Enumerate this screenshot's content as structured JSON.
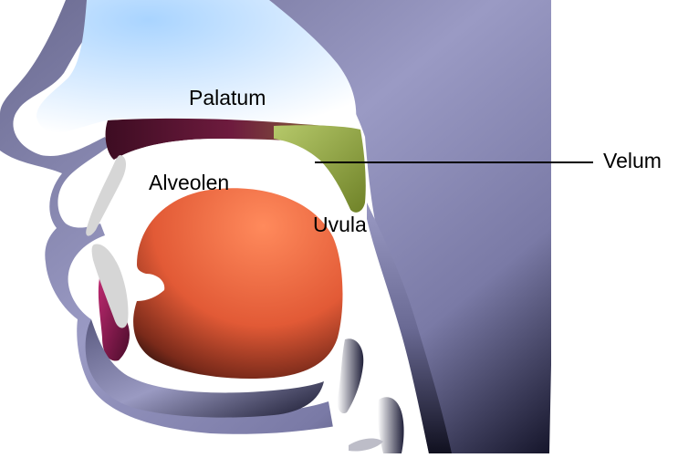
{
  "diagram": {
    "labels": {
      "palatum": "Palatum",
      "alveolen": "Alveolen",
      "uvula": "Uvula",
      "velum": "Velum"
    },
    "colors": {
      "background": "#ffffff",
      "head_tissue": "#8c8cb8",
      "head_tissue_dark": "#17172a",
      "nasal_cavity": "#bfe0ff",
      "hard_palate": "#5a1430",
      "velum": "#9bb04a",
      "tongue": "#ff7a4e",
      "teeth": "#d9d9d9",
      "lip_inner": "#9b1f5c",
      "label_text": "#000000"
    }
  }
}
